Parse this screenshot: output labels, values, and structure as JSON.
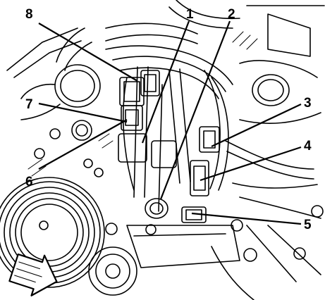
{
  "callouts": [
    {
      "id": "1",
      "label": "1"
    },
    {
      "id": "2",
      "label": "2"
    },
    {
      "id": "3",
      "label": "3"
    },
    {
      "id": "4",
      "label": "4"
    },
    {
      "id": "5",
      "label": "5"
    },
    {
      "id": "6",
      "label": "6"
    },
    {
      "id": "7",
      "label": "7"
    },
    {
      "id": "8",
      "label": "8"
    }
  ],
  "direction_arrow": {
    "icon": "front-direction-arrow-icon"
  },
  "colors": {
    "ink": "#000000",
    "background": "#ffffff"
  }
}
